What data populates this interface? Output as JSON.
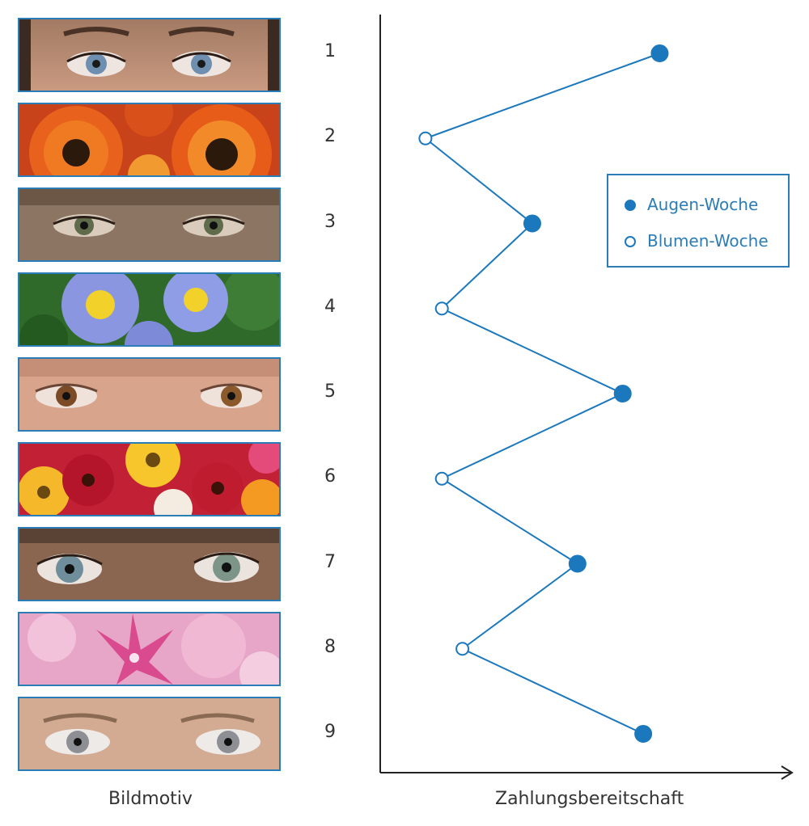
{
  "chart_data": {
    "type": "line",
    "orientation": "horizontal-values",
    "categories": [
      "1",
      "2",
      "3",
      "4",
      "5",
      "6",
      "7",
      "8",
      "9"
    ],
    "category_motifs": [
      "Augen",
      "Blumen",
      "Augen",
      "Blumen",
      "Augen",
      "Blumen",
      "Augen",
      "Blumen",
      "Augen"
    ],
    "values": [
      0.68,
      0.11,
      0.37,
      0.15,
      0.59,
      0.15,
      0.48,
      0.2,
      0.64
    ],
    "point_series": [
      "Augen-Woche",
      "Blumen-Woche",
      "Augen-Woche",
      "Blumen-Woche",
      "Augen-Woche",
      "Blumen-Woche",
      "Augen-Woche",
      "Blumen-Woche",
      "Augen-Woche"
    ],
    "series": [
      {
        "name": "Augen-Woche",
        "marker": "filled-circle",
        "categories": [
          "1",
          "3",
          "5",
          "7",
          "9"
        ]
      },
      {
        "name": "Blumen-Woche",
        "marker": "open-circle",
        "categories": [
          "2",
          "4",
          "6",
          "8"
        ]
      }
    ],
    "xlabel": "Zahlungsbereitschaft",
    "ylabel": "Bildmotiv",
    "xlim": [
      0,
      1
    ],
    "grid": false,
    "legend_position": "top-right",
    "colors": {
      "line": "#1b78bd",
      "frame": "#2a7db7",
      "axis": "#222222"
    }
  },
  "legend": {
    "items": [
      "Augen-Woche",
      "Blumen-Woche"
    ]
  }
}
